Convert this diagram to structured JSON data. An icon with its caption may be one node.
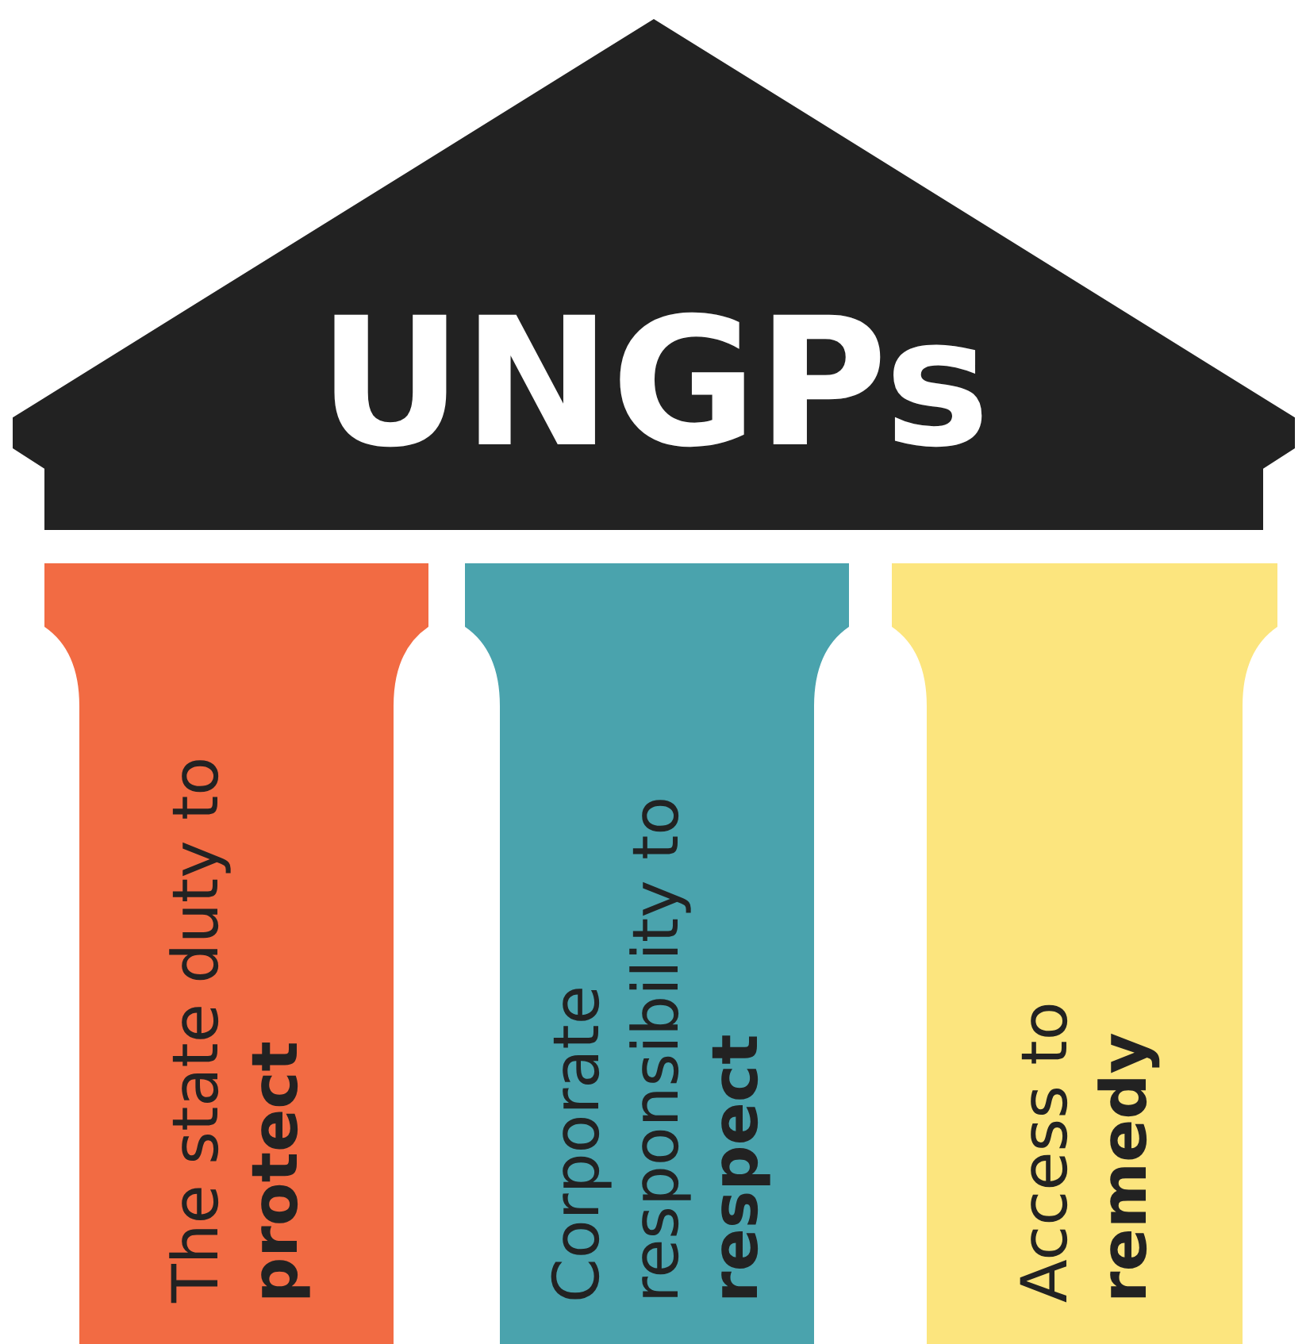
{
  "diagram": {
    "nodes": [
      {
        "text": [
          "UNGPs"
        ]
      },
      {
        "text": [
          "The state duty to **protect**"
        ]
      },
      {
        "text": [
          "Corporate responsibility to **respect**"
        ]
      },
      {
        "text": [
          "Access to **remedy**"
        ]
      }
    ]
  }
}
